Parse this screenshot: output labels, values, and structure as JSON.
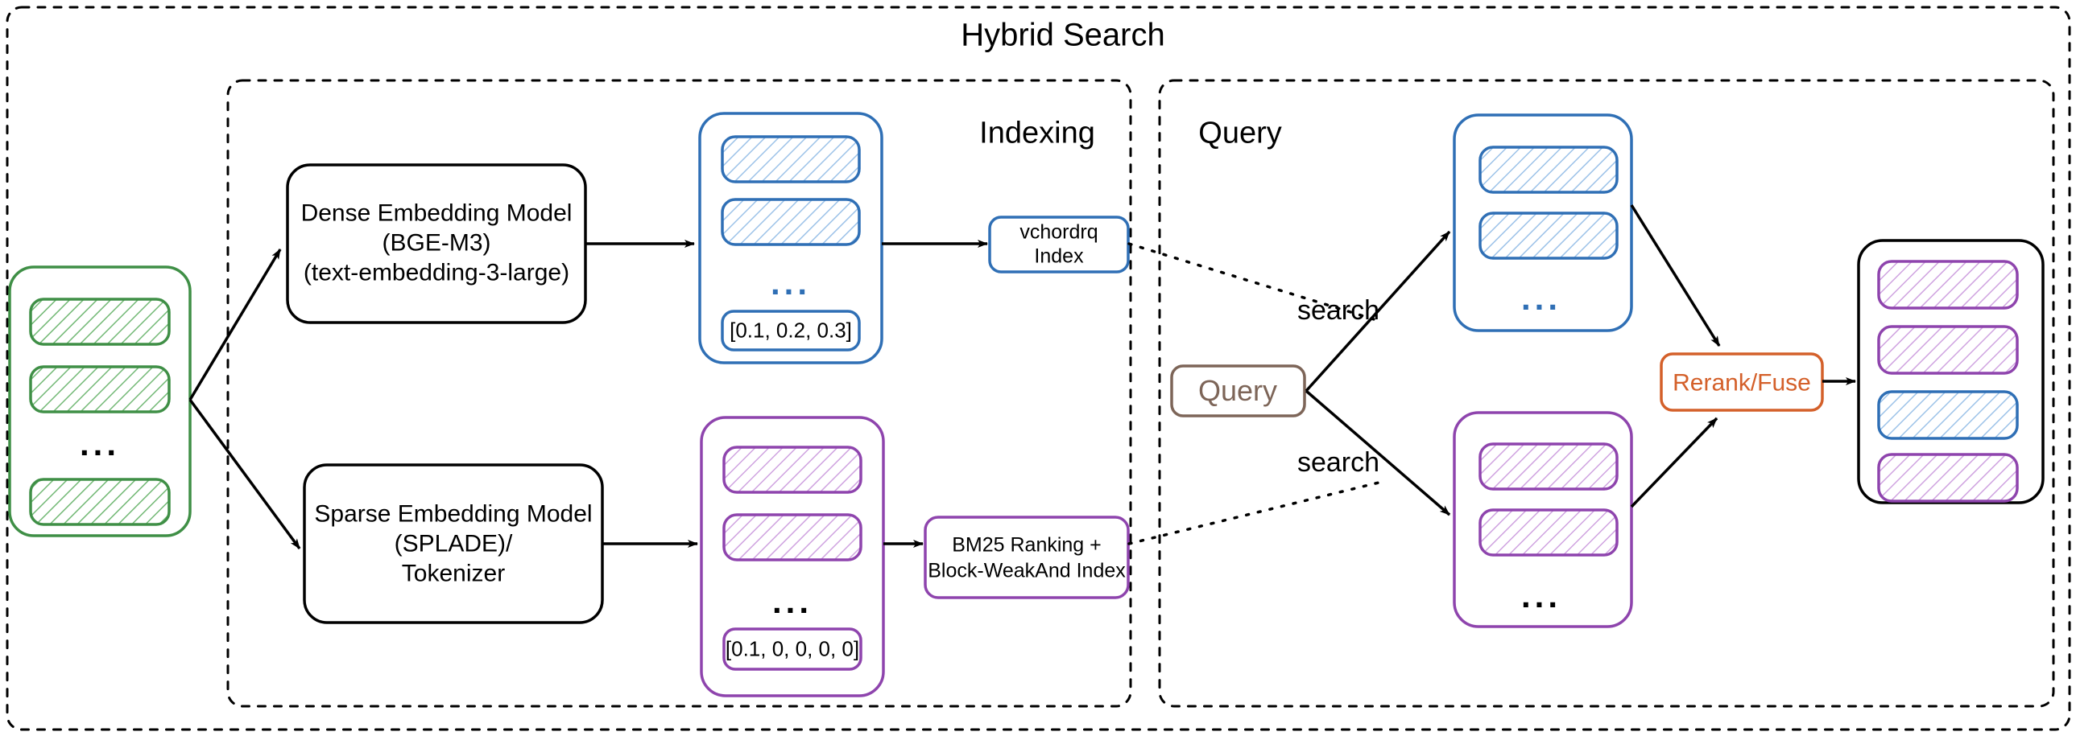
{
  "diagram": {
    "title": "Hybrid Search",
    "sections": [
      {
        "id": "indexing",
        "label": "Indexing"
      },
      {
        "id": "query",
        "label": "Query"
      }
    ],
    "source_stack": {
      "name": "documents-stack",
      "color": "#3f8f46",
      "items": [
        {
          "kind": "hatched"
        },
        {
          "kind": "hatched"
        },
        {
          "kind": "ellipsis",
          "text": "..."
        },
        {
          "kind": "hatched"
        }
      ]
    },
    "models": [
      {
        "id": "dense-model",
        "lines": [
          "Dense Embedding Model",
          "(BGE-M3)",
          "(text-embedding-3-large)"
        ],
        "color": "#000000"
      },
      {
        "id": "sparse-model",
        "lines": [
          "Sparse Embedding Model",
          "(SPLADE)/",
          "Tokenizer"
        ],
        "color": "#000000"
      }
    ],
    "index_stacks": [
      {
        "id": "dense-vector-stack",
        "color": "#2f6fb5",
        "items": [
          {
            "kind": "hatched"
          },
          {
            "kind": "hatched"
          },
          {
            "kind": "ellipsis",
            "text": "..."
          },
          {
            "kind": "value",
            "text": "[0.1, 0.2, 0.3]"
          }
        ]
      },
      {
        "id": "sparse-vector-stack",
        "color": "#8e44ad",
        "items": [
          {
            "kind": "hatched"
          },
          {
            "kind": "hatched"
          },
          {
            "kind": "ellipsis",
            "text": "..."
          },
          {
            "kind": "value",
            "text": "[0.1, 0, 0, 0, 0]"
          }
        ]
      }
    ],
    "indexes": [
      {
        "id": "vchordrq-index",
        "lines": [
          "vchordrq",
          "Index"
        ],
        "color": "#2f6fb5"
      },
      {
        "id": "bm25-index",
        "lines": [
          "BM25 Ranking +",
          "Block-WeakAnd Index"
        ],
        "color": "#8e44ad"
      }
    ],
    "query_node": {
      "id": "query-node",
      "label": "Query",
      "color": "#7d6558"
    },
    "search_labels": [
      {
        "id": "search-dense",
        "text": "search"
      },
      {
        "id": "search-sparse",
        "text": "search"
      }
    ],
    "result_stacks": [
      {
        "id": "dense-results-stack",
        "color": "#2f6fb5",
        "items": [
          {
            "kind": "hatched"
          },
          {
            "kind": "hatched"
          },
          {
            "kind": "ellipsis",
            "text": "..."
          }
        ]
      },
      {
        "id": "sparse-results-stack",
        "color": "#8e44ad",
        "items": [
          {
            "kind": "hatched"
          },
          {
            "kind": "hatched"
          },
          {
            "kind": "ellipsis",
            "text": "..."
          }
        ]
      }
    ],
    "fuse_node": {
      "id": "rerank-fuse-node",
      "label": "Rerank/Fuse",
      "color": "#d4602a"
    },
    "final_stack": {
      "id": "final-results-stack",
      "color": "#000000",
      "items": [
        {
          "kind": "hatched",
          "color": "#8e44ad"
        },
        {
          "kind": "hatched",
          "color": "#8e44ad"
        },
        {
          "kind": "hatched",
          "color": "#2f6fb5"
        },
        {
          "kind": "hatched",
          "color": "#8e44ad"
        }
      ]
    }
  }
}
